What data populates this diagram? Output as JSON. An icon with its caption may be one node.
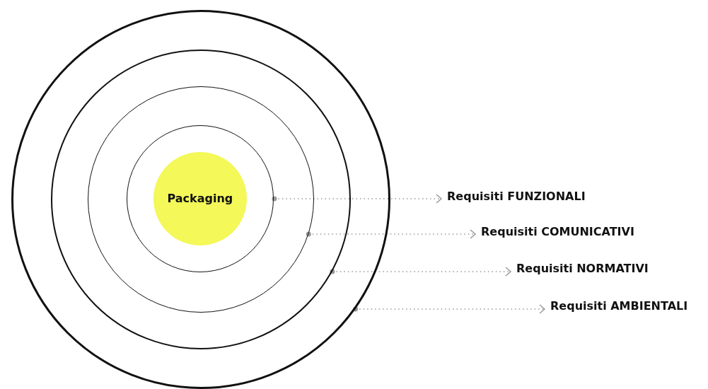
{
  "diagram": {
    "nodes": [
      {
        "text": [],
        "shape": "circle"
      },
      {
        "text": [],
        "shape": "circle",
        "in": 0
      },
      {
        "text": [],
        "shape": "circle",
        "in": 1
      },
      {
        "text": [],
        "shape": "circle",
        "in": 2
      },
      {
        "text": [
          "Packaging"
        ],
        "in": 3
      },
      {
        "text": [
          "Requisiti FUNZIONALI"
        ]
      },
      {
        "text": [
          "Requisiti COMUNICATIVI"
        ]
      },
      {
        "text": [
          "Requisiti NORMATIVI"
        ]
      },
      {
        "text": [
          "Requisiti AMBIENTALI"
        ]
      }
    ],
    "edges": [
      {
        "from": 3,
        "to": 5,
        "arrow": "to",
        "style": "dashed"
      },
      {
        "from": 2,
        "to": 6,
        "arrow": "to",
        "style": "dashed"
      },
      {
        "from": 1,
        "to": 7,
        "arrow": "to",
        "style": "dashed"
      },
      {
        "from": 0,
        "to": 8,
        "arrow": "to",
        "style": "dashed"
      }
    ]
  }
}
